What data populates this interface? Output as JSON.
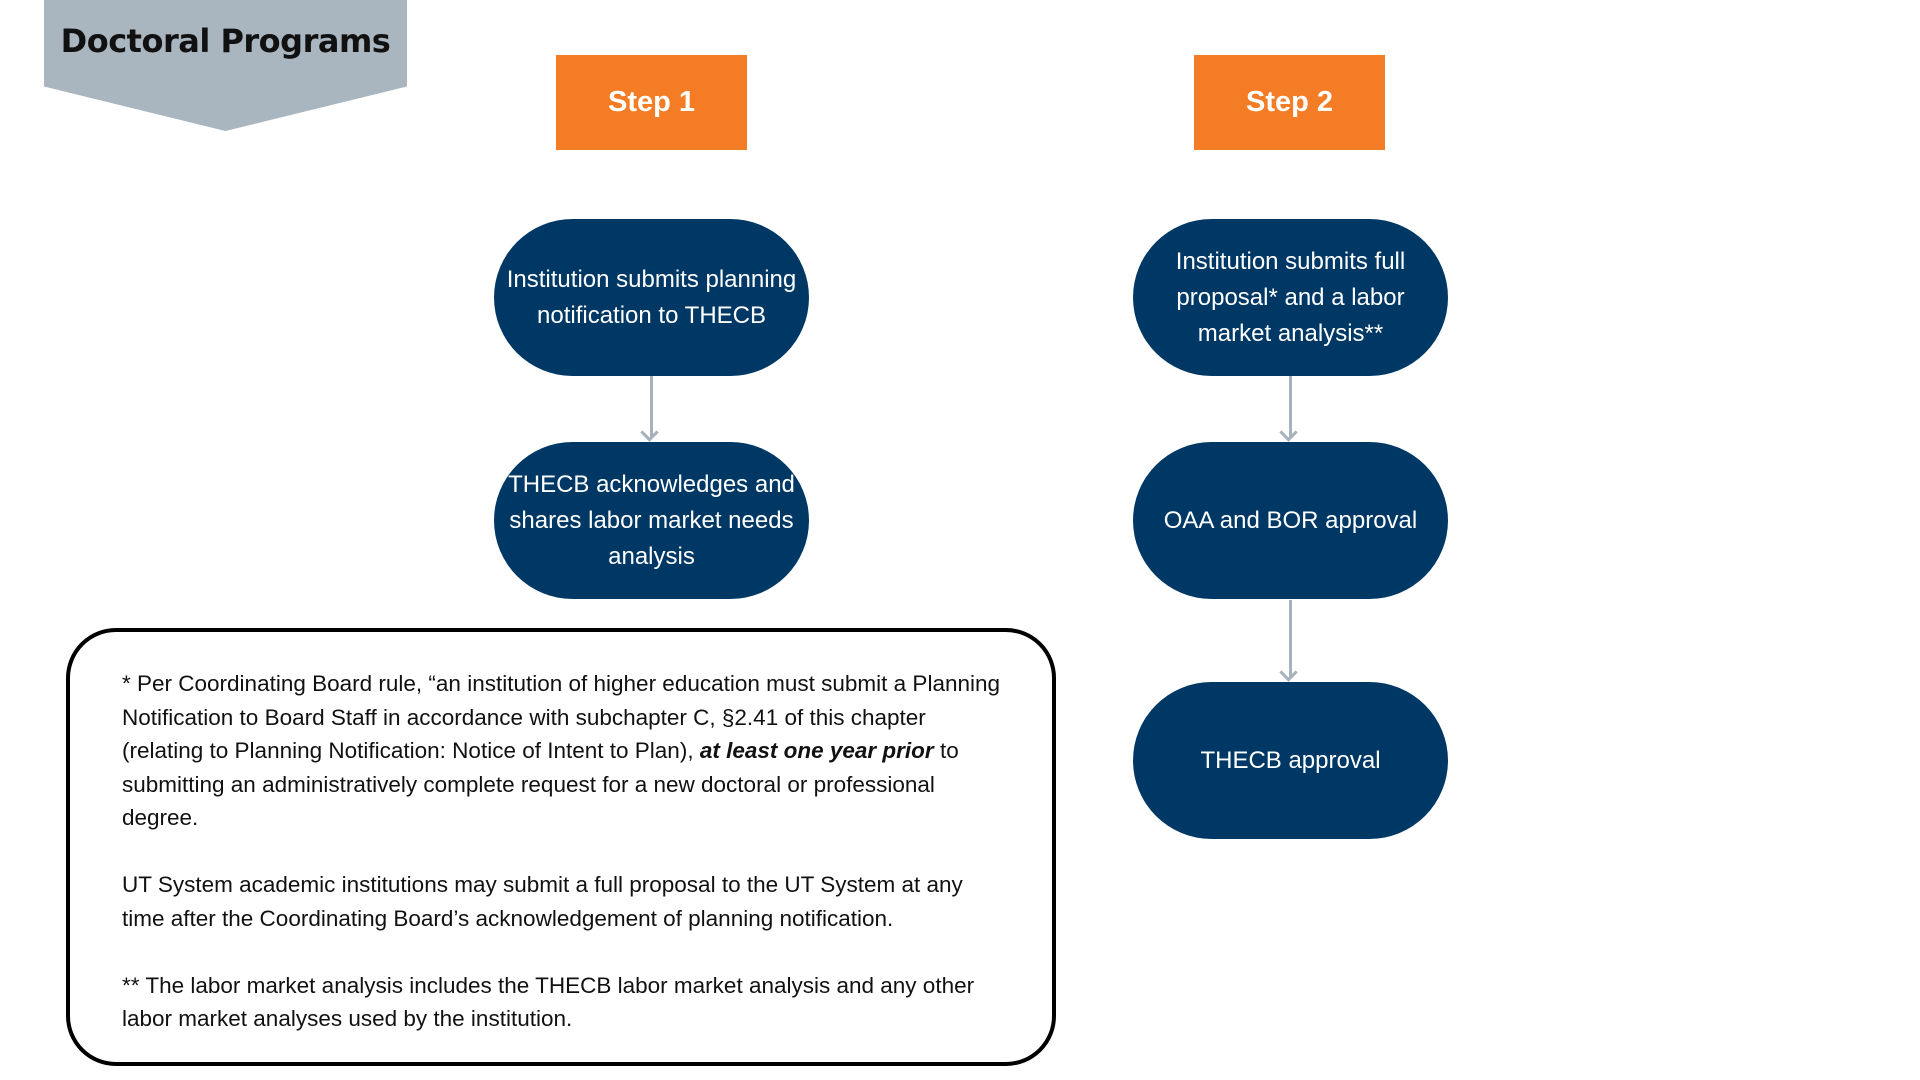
{
  "header": {
    "title": "Doctoral Programs"
  },
  "colors": {
    "banner": "#a9b5bf",
    "step_fill": "#f47c24",
    "node_fill": "#003865",
    "arrow": "#a7b1ba",
    "note_border": "#000000"
  },
  "steps": [
    {
      "label": "Step 1",
      "nodes": [
        "Institution submits planning notification to THECB",
        "THECB acknowledges and shares labor market needs analysis"
      ]
    },
    {
      "label": "Step 2",
      "nodes": [
        "Institution submits full proposal* and a labor market analysis**",
        "OAA and BOR approval",
        "THECB approval"
      ]
    }
  ],
  "note": {
    "p1_before": "* Per Coordinating Board rule, “an institution of higher education must submit a Planning Notification to Board Staff in accordance with subchapter C, §2.41 of this chapter (relating to Planning Notification: Notice of Intent to Plan), ",
    "p1_emphasis": "at least one year prior",
    "p1_after": " to submitting an administratively complete request for a new doctoral or professional degree.",
    "p2": "UT System academic institutions may submit a full proposal to the UT System at any time after the Coordinating Board’s acknowledgement of planning notification.",
    "p3": "** The labor market analysis includes the THECB labor market analysis and any other labor market analyses used by the institution."
  }
}
